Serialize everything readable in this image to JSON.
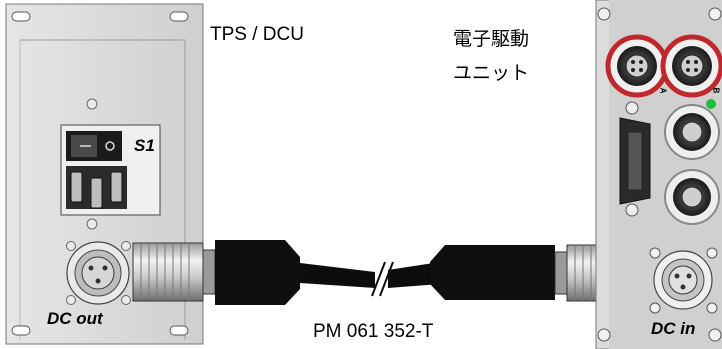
{
  "labels": {
    "left_unit": "TPS / DCU",
    "right_unit_line1": "電子駆動",
    "right_unit_line2": "ユニット",
    "cable": "PM 061 352-T",
    "switch": "S1",
    "dc_out": "DC out",
    "dc_in": "DC in",
    "port_a": "A",
    "port_b": "B"
  },
  "colors": {
    "panel_fill": "#d4d4d4",
    "cable": "#0d0d0d",
    "connector_ring": "#c0282c",
    "led": "#1bbf3a"
  }
}
